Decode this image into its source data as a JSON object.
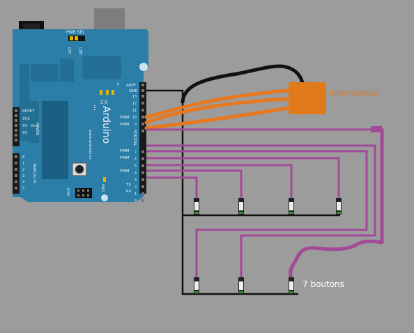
{
  "board": {
    "brand": "Arduino",
    "url": "www.arduino.cc",
    "pwr_sel": "PWR SEL",
    "ext": "EXT",
    "usb": "USB",
    "pin_aref": "AREF",
    "pin_gnd": "GND",
    "pwm": "PWM",
    "digital": "DIGITAL",
    "tx": "TX",
    "rx": "RX",
    "led_l": "L",
    "reset": "RESET",
    "v3": "3V3",
    "v5": "5V",
    "gnd": "Gnd",
    "vin": "9V",
    "power": "POWER",
    "analog_in": "ANALOG IN",
    "icsp": "ICSP",
    "pwr": "PWR",
    "digital_pins": [
      "13",
      "12",
      "11",
      "10",
      "9",
      "8",
      "7",
      "6",
      "5",
      "4",
      "3",
      "2",
      "1",
      "0"
    ],
    "analog_pins": [
      "0",
      "1",
      "2",
      "3",
      "4",
      "5"
    ]
  },
  "labels": {
    "switch": "interrupteur",
    "buttons": "7 boutons"
  },
  "colors": {
    "background": "#9c9c9c",
    "board": "#2a7ea8",
    "switch": "#e07a1a",
    "signal_wire": "#a24a98",
    "ground_wire": "#111111",
    "orange_wire": "#e8781e"
  }
}
